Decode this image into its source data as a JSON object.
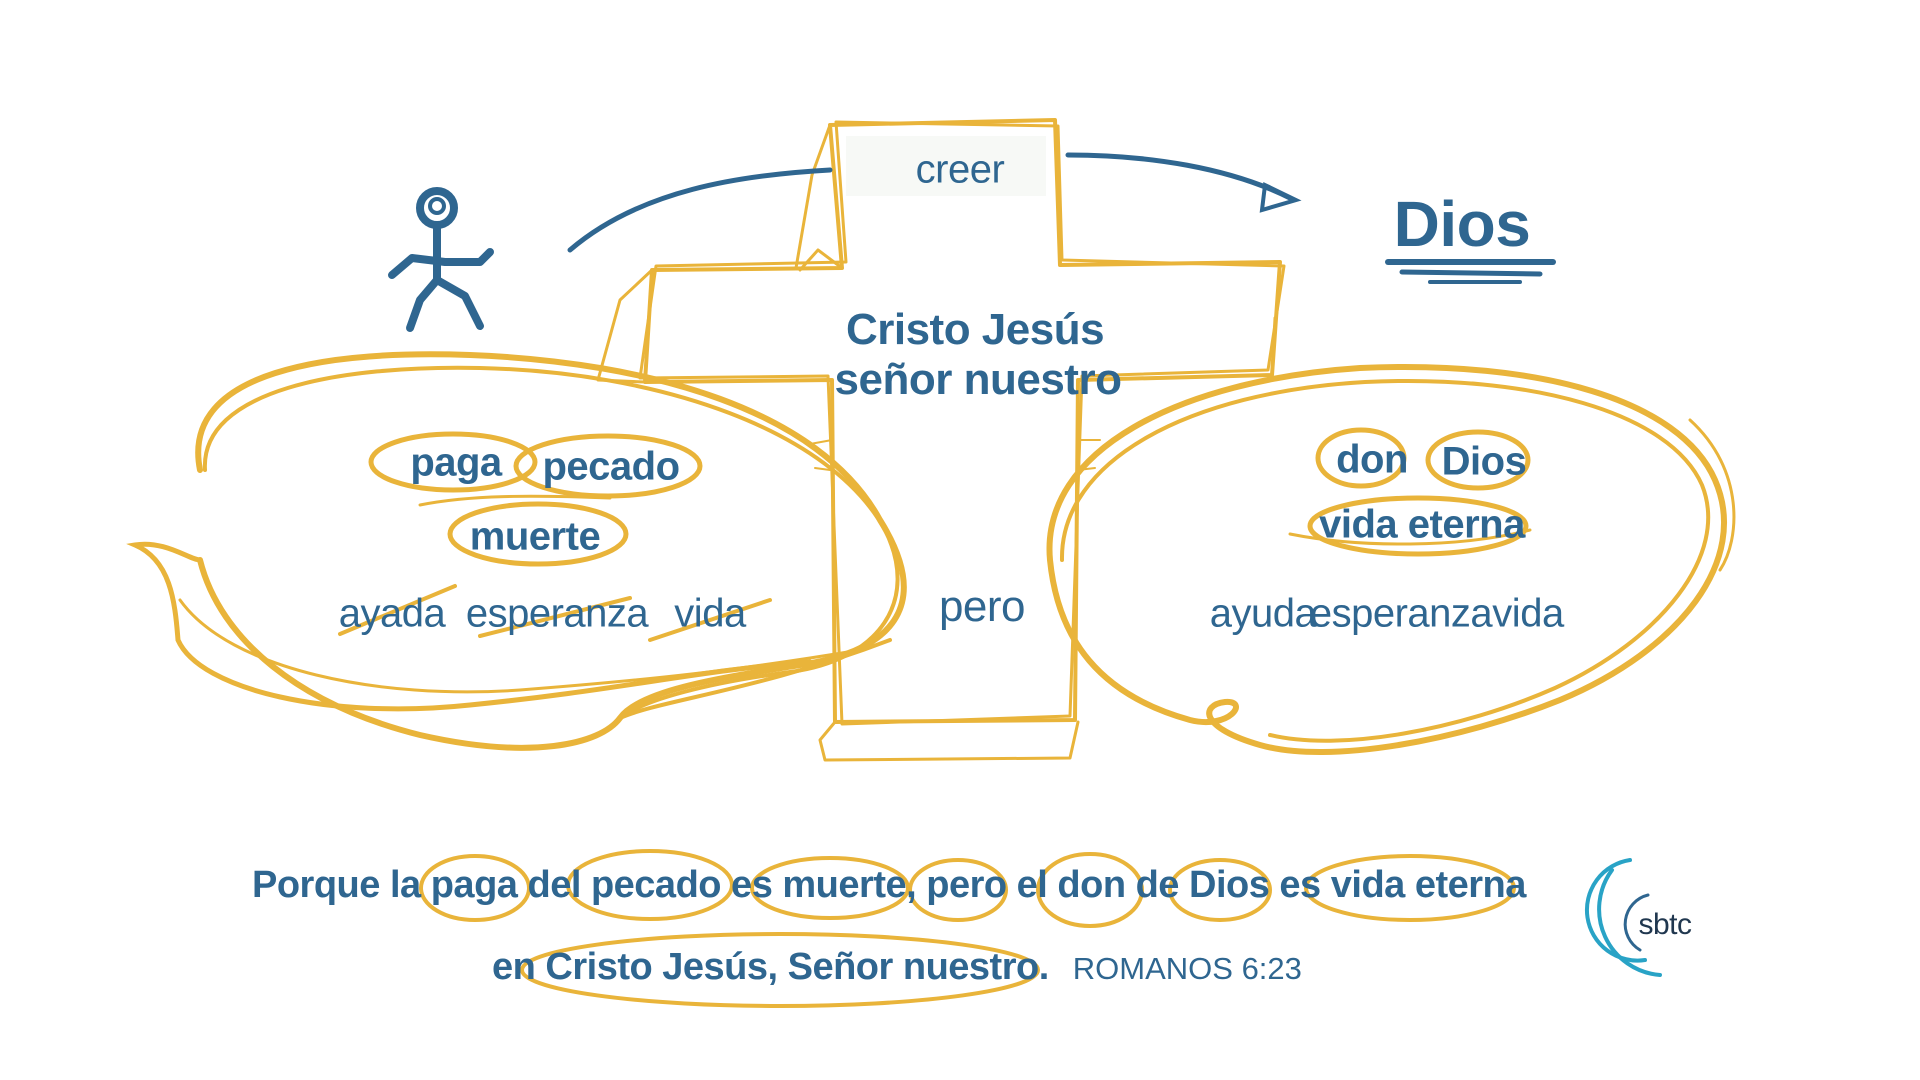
{
  "diagram": {
    "creer": "creer",
    "dios_heading": "Dios",
    "cross_line1": "Cristo Jesús",
    "cross_line2": "señor nuestro",
    "pero": "pero",
    "left_bubble": {
      "word_paga": "paga",
      "word_pecado": "pecado",
      "word_muerte": "muerte",
      "crossed_ayuda": "ayada",
      "crossed_esperanza": "esperanza",
      "crossed_vida": "vida"
    },
    "right_bubble": {
      "word_don": "don",
      "word_dios": "Dios",
      "word_vida_eterna": "vida eterna",
      "ayuda": "ayuda",
      "esperanza": "esperanza",
      "vida": "vida"
    }
  },
  "verse": {
    "line1": {
      "porque": "Porque la ",
      "paga": "paga",
      "del": " del ",
      "pecado": "pecado",
      "es1": " es ",
      "muerte": "muerte,",
      "pero_el": " pero el ",
      "don": "don",
      "de": " de ",
      "dios": "Dios",
      "es2": " es ",
      "vida_eterna": "vida eterna"
    },
    "line2": {
      "en": "en ",
      "cristo": "Cristo Jesús, Señor nuestro.",
      "reference": "ROMANOS 6:23"
    }
  },
  "logo": {
    "text": "sbtc"
  },
  "colors": {
    "blue": "#2f6690",
    "gold": "#e9b43a",
    "teal": "#29a3c6"
  },
  "icons": {
    "figure": "stick-figure-icon",
    "arrow": "curved-arrow-icon"
  }
}
